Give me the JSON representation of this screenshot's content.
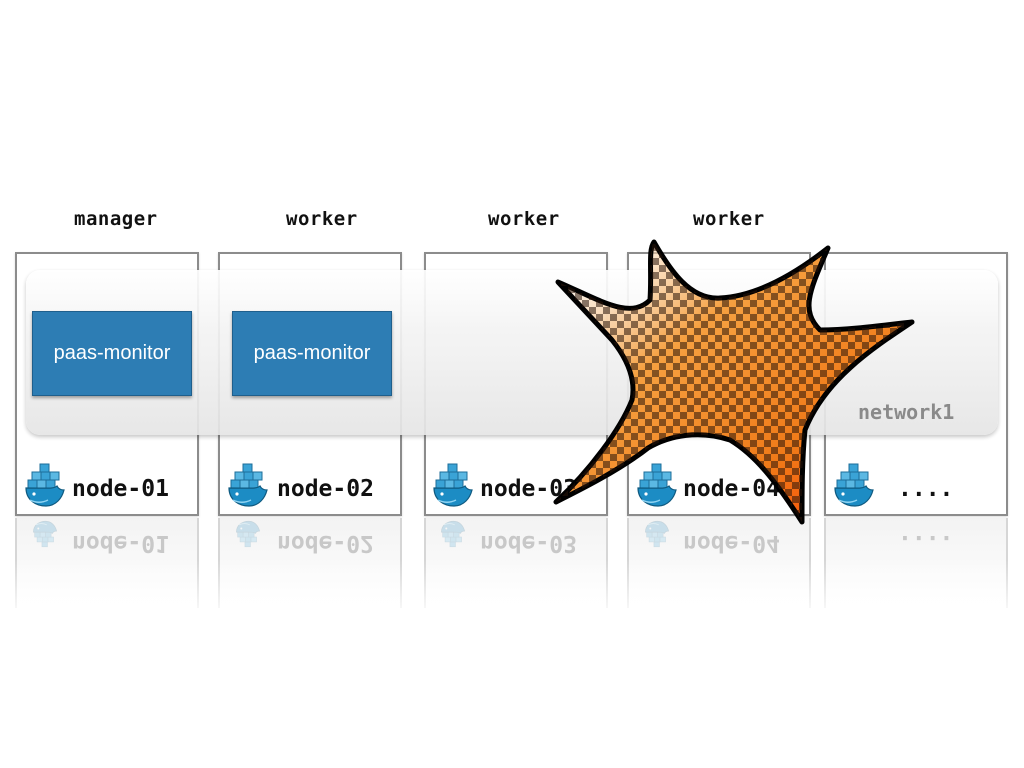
{
  "roles": [
    "manager",
    "worker",
    "worker",
    "worker"
  ],
  "network_label": "network1",
  "services": [
    "paas-monitor",
    "paas-monitor"
  ],
  "nodes": [
    "node-01",
    "node-02",
    "node-03",
    "node-04",
    "...."
  ],
  "colors": {
    "service": "#2d7db4",
    "burst_orange": "#f08a1a",
    "burst_red": "#ff3a00"
  },
  "icons": [
    "docker-whale-icon",
    "explosion-burst-icon"
  ]
}
